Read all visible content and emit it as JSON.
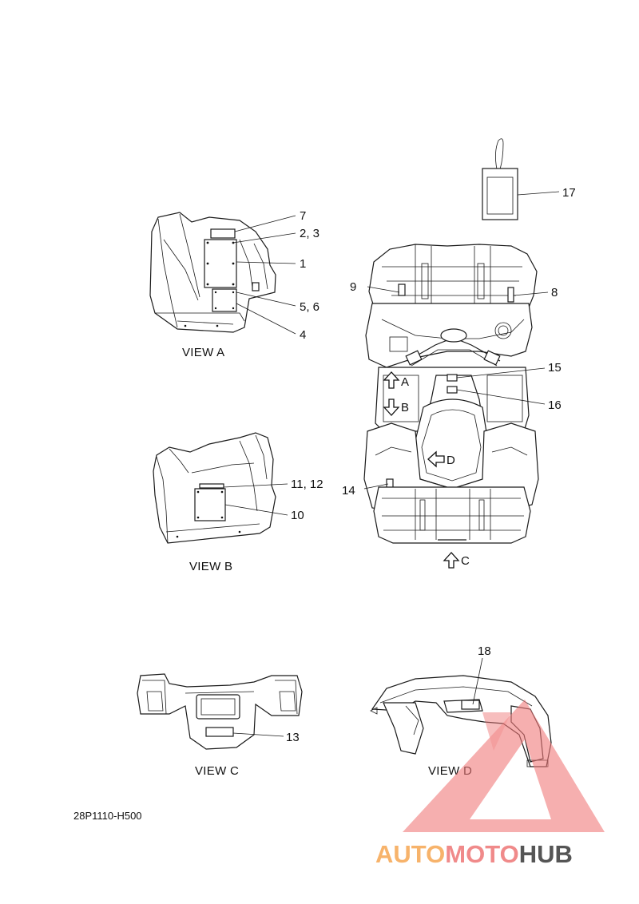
{
  "diagram": {
    "callouts": {
      "c1": "1",
      "c2_3": "2, 3",
      "c4": "4",
      "c5_6": "5, 6",
      "c7": "7",
      "c8": "8",
      "c9": "9",
      "c10": "10",
      "c11_12": "11, 12",
      "c13": "13",
      "c14": "14",
      "c15": "15",
      "c16": "16",
      "c17": "17",
      "c18": "18"
    },
    "view_markers": {
      "a": "A",
      "b": "B",
      "c": "C",
      "d": "D"
    },
    "captions": {
      "view_a": "VIEW A",
      "view_b": "VIEW B",
      "view_c": "VIEW C",
      "view_d": "VIEW D"
    },
    "drawing_code": "28P1110-H500"
  },
  "watermark": {
    "part1": "AUTO",
    "part2": "MOTO",
    "part3": "HUB",
    "colors": {
      "auto": "#f7b36b",
      "moto": "#f08a8a",
      "hub": "#555555",
      "triangle": "#f07a7a"
    }
  }
}
